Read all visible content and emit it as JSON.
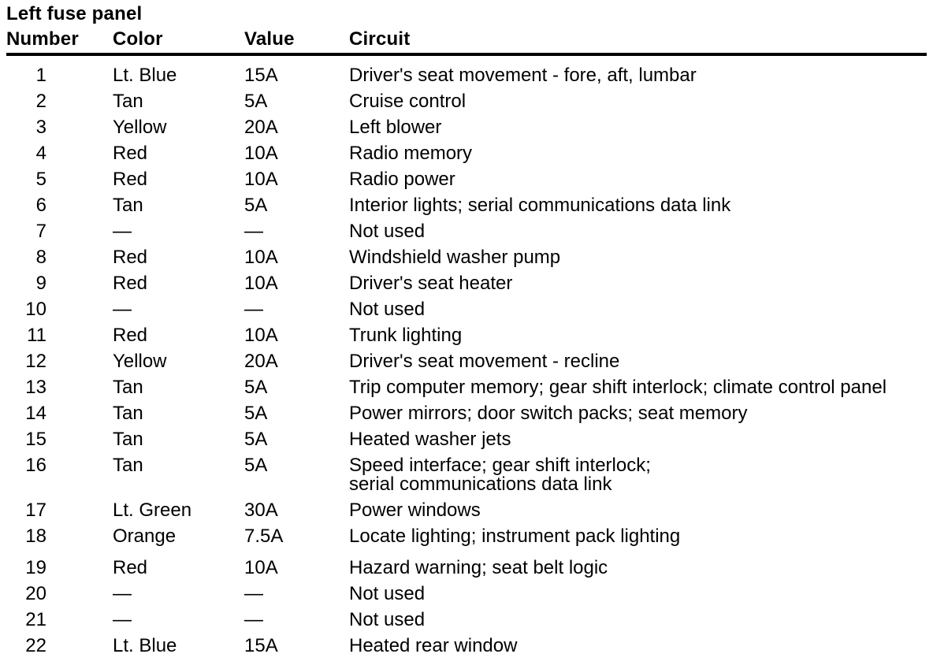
{
  "title": "Left fuse panel",
  "table": {
    "columns": [
      "Number",
      "Color",
      "Value",
      "Circuit"
    ],
    "rows": [
      {
        "number": "1",
        "color": "Lt. Blue",
        "value": "15A",
        "circuit": "Driver's seat movement - fore, aft, lumbar"
      },
      {
        "number": "2",
        "color": "Tan",
        "value": "5A",
        "circuit": "Cruise control"
      },
      {
        "number": "3",
        "color": "Yellow",
        "value": "20A",
        "circuit": "Left blower"
      },
      {
        "number": "4",
        "color": "Red",
        "value": "10A",
        "circuit": "Radio memory"
      },
      {
        "number": "5",
        "color": "Red",
        "value": "10A",
        "circuit": "Radio power"
      },
      {
        "number": "6",
        "color": "Tan",
        "value": "5A",
        "circuit": "Interior lights; serial communications data link"
      },
      {
        "number": "7",
        "color": "—",
        "value": "—",
        "circuit": "Not used"
      },
      {
        "number": "8",
        "color": "Red",
        "value": "10A",
        "circuit": "Windshield washer pump"
      },
      {
        "number": "9",
        "color": "Red",
        "value": "10A",
        "circuit": "Driver's seat heater"
      },
      {
        "number": "10",
        "color": "—",
        "value": "—",
        "circuit": "Not used"
      },
      {
        "number": "11",
        "color": "Red",
        "value": "10A",
        "circuit": "Trunk lighting"
      },
      {
        "number": "12",
        "color": "Yellow",
        "value": "20A",
        "circuit": "Driver's seat movement - recline"
      },
      {
        "number": "13",
        "color": "Tan",
        "value": "5A",
        "circuit": "Trip computer memory; gear shift interlock; climate control panel"
      },
      {
        "number": "14",
        "color": "Tan",
        "value": "5A",
        "circuit": "Power mirrors; door switch packs; seat memory"
      },
      {
        "number": "15",
        "color": "Tan",
        "value": "5A",
        "circuit": "Heated washer jets"
      },
      {
        "number": "16",
        "color": "Tan",
        "value": "5A",
        "circuit": "Speed interface; gear shift interlock;\nserial communications data link"
      },
      {
        "number": "17",
        "color": "Lt. Green",
        "value": "30A",
        "circuit": "Power windows"
      },
      {
        "number": "18",
        "color": "Orange",
        "value": "7.5A",
        "circuit": "Locate lighting; instrument pack lighting"
      },
      {
        "number": "19",
        "color": "Red",
        "value": "10A",
        "circuit": "Hazard warning; seat belt logic"
      },
      {
        "number": "20",
        "color": "—",
        "value": "—",
        "circuit": "Not used"
      },
      {
        "number": "21",
        "color": "—",
        "value": "—",
        "circuit": "Not used"
      },
      {
        "number": "22",
        "color": "Lt. Blue",
        "value": "15A",
        "circuit": "Heated rear window"
      }
    ]
  }
}
